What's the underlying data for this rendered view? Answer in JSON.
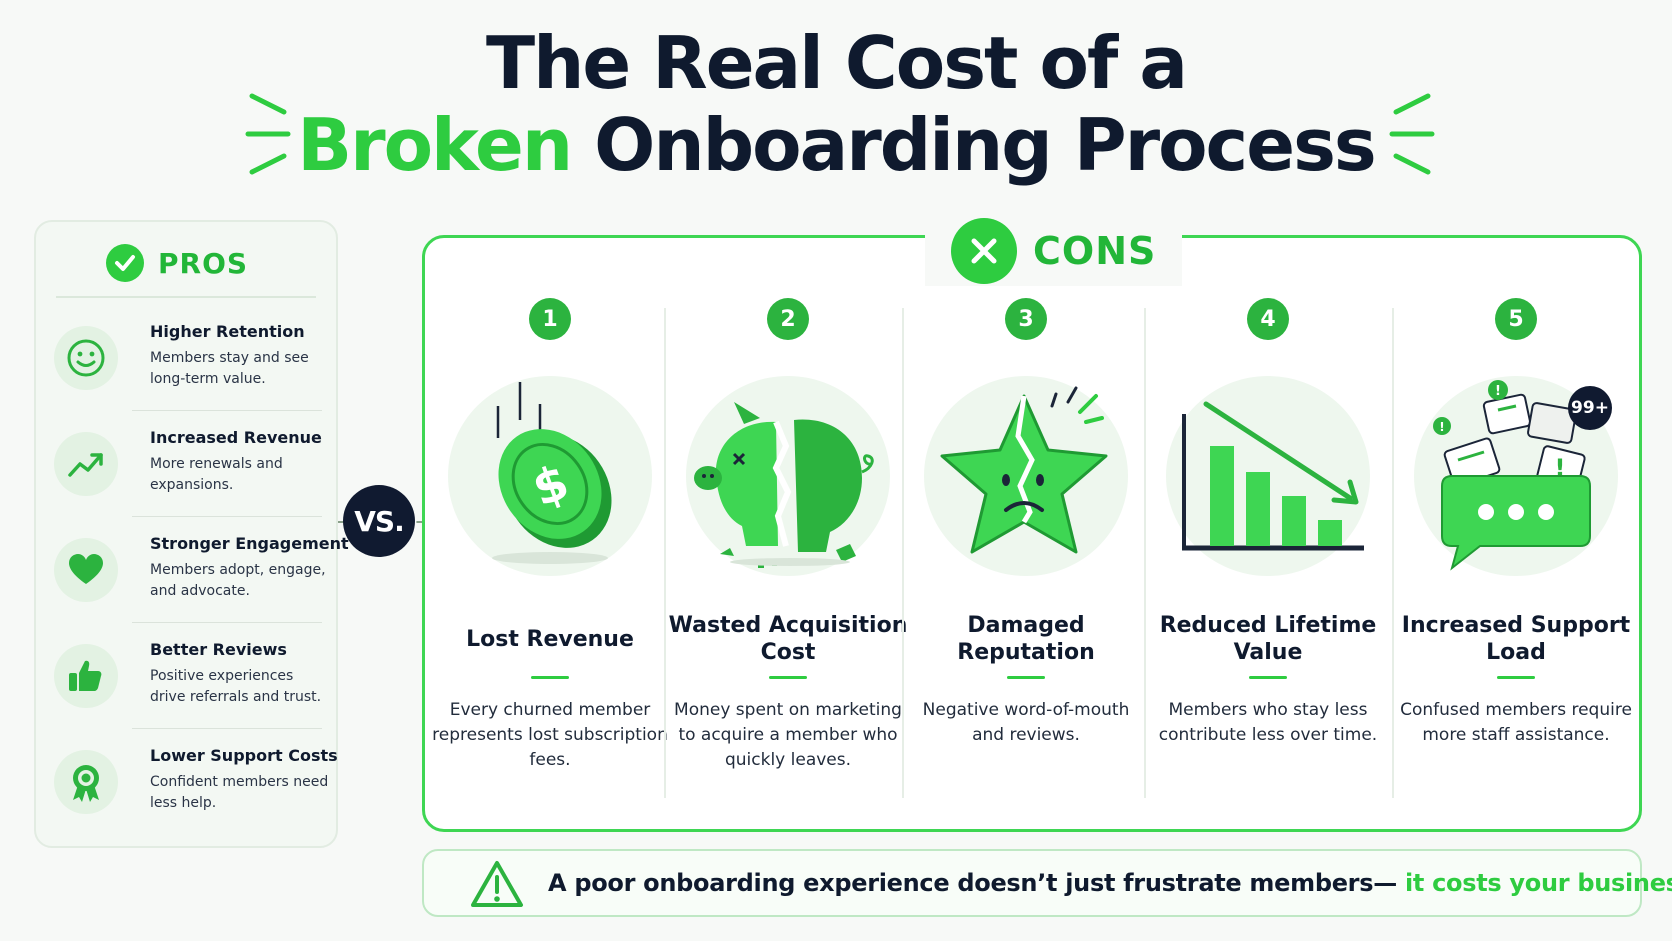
{
  "header": {
    "title_line1": "The Real Cost of a",
    "title_accent": "Broken",
    "title_rest": "Onboarding Process"
  },
  "pros": {
    "title": "PROS",
    "items": [
      {
        "title": "Higher Retention",
        "desc": "Members stay and see long-term value.",
        "icon": "smile-icon"
      },
      {
        "title": "Increased Revenue",
        "desc": "More renewals and expansions.",
        "icon": "trend-up-icon"
      },
      {
        "title": "Stronger Engagement",
        "desc": "Members adopt, engage, and advocate.",
        "icon": "heart-icon"
      },
      {
        "title": "Better Reviews",
        "desc": "Positive experiences drive referrals and trust.",
        "icon": "thumbs-up-icon"
      },
      {
        "title": "Lower Support Costs",
        "desc": "Confident members need less help.",
        "icon": "award-badge-icon"
      }
    ]
  },
  "vs_label": "VS.",
  "cons": {
    "title": "CONS",
    "items": [
      {
        "num": "1",
        "title": "Lost Revenue",
        "desc": "Every churned member represents lost subscription fees.",
        "icon": "falling-coin-icon"
      },
      {
        "num": "2",
        "title": "Wasted Acquisition Cost",
        "desc": "Money spent on marketing to acquire a member who quickly leaves.",
        "icon": "broken-piggy-bank-icon"
      },
      {
        "num": "3",
        "title": "Damaged Reputation",
        "desc": "Negative word-of-mouth and reviews.",
        "icon": "cracked-star-icon"
      },
      {
        "num": "4",
        "title": "Reduced Lifetime Value",
        "desc": "Members who stay less contribute less over time.",
        "icon": "declining-bar-chart-icon"
      },
      {
        "num": "5",
        "title": "Increased Support Load",
        "desc": "Confused members require more staff assistance.",
        "icon": "chat-overload-icon",
        "badge": "99+"
      }
    ]
  },
  "banner": {
    "text_main": "A poor onboarding experience doesn’t just frustrate members—",
    "text_accent": " it costs your business.",
    "icon": "warning-icon"
  },
  "colors": {
    "accent": "#2ecc40",
    "dark": "#0f1a2e",
    "border": "#3ed653"
  }
}
